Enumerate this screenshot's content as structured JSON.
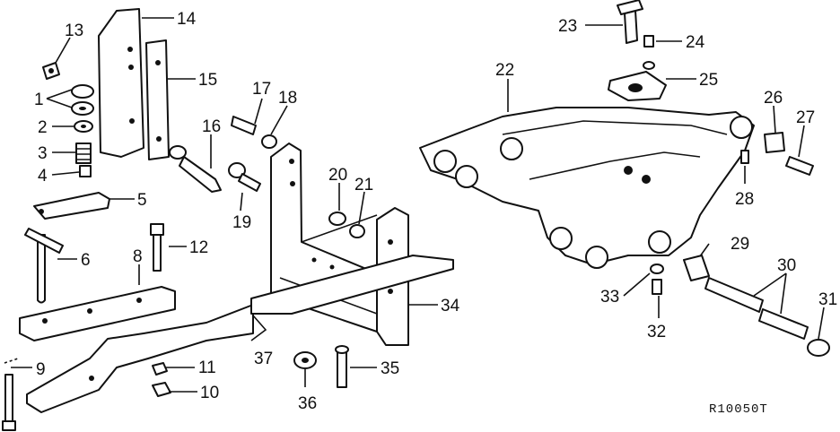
{
  "drawing_code": "R10050T",
  "part_numbers": {
    "p1": "1",
    "p2": "2",
    "p3": "3",
    "p4": "4",
    "p5": "5",
    "p6": "6",
    "p8": "8",
    "p9": "9",
    "p10": "10",
    "p11": "11",
    "p12": "12",
    "p13": "13",
    "p14": "14",
    "p15": "15",
    "p16": "16",
    "p17": "17",
    "p18": "18",
    "p19": "19",
    "p20": "20",
    "p21": "21",
    "p22": "22",
    "p23": "23",
    "p24": "24",
    "p25": "25",
    "p26": "26",
    "p27": "27",
    "p28": "28",
    "p29": "29",
    "p30": "30",
    "p31": "31",
    "p32": "32",
    "p33": "33",
    "p34": "34",
    "p35": "35",
    "p36": "36",
    "p37": "37"
  }
}
